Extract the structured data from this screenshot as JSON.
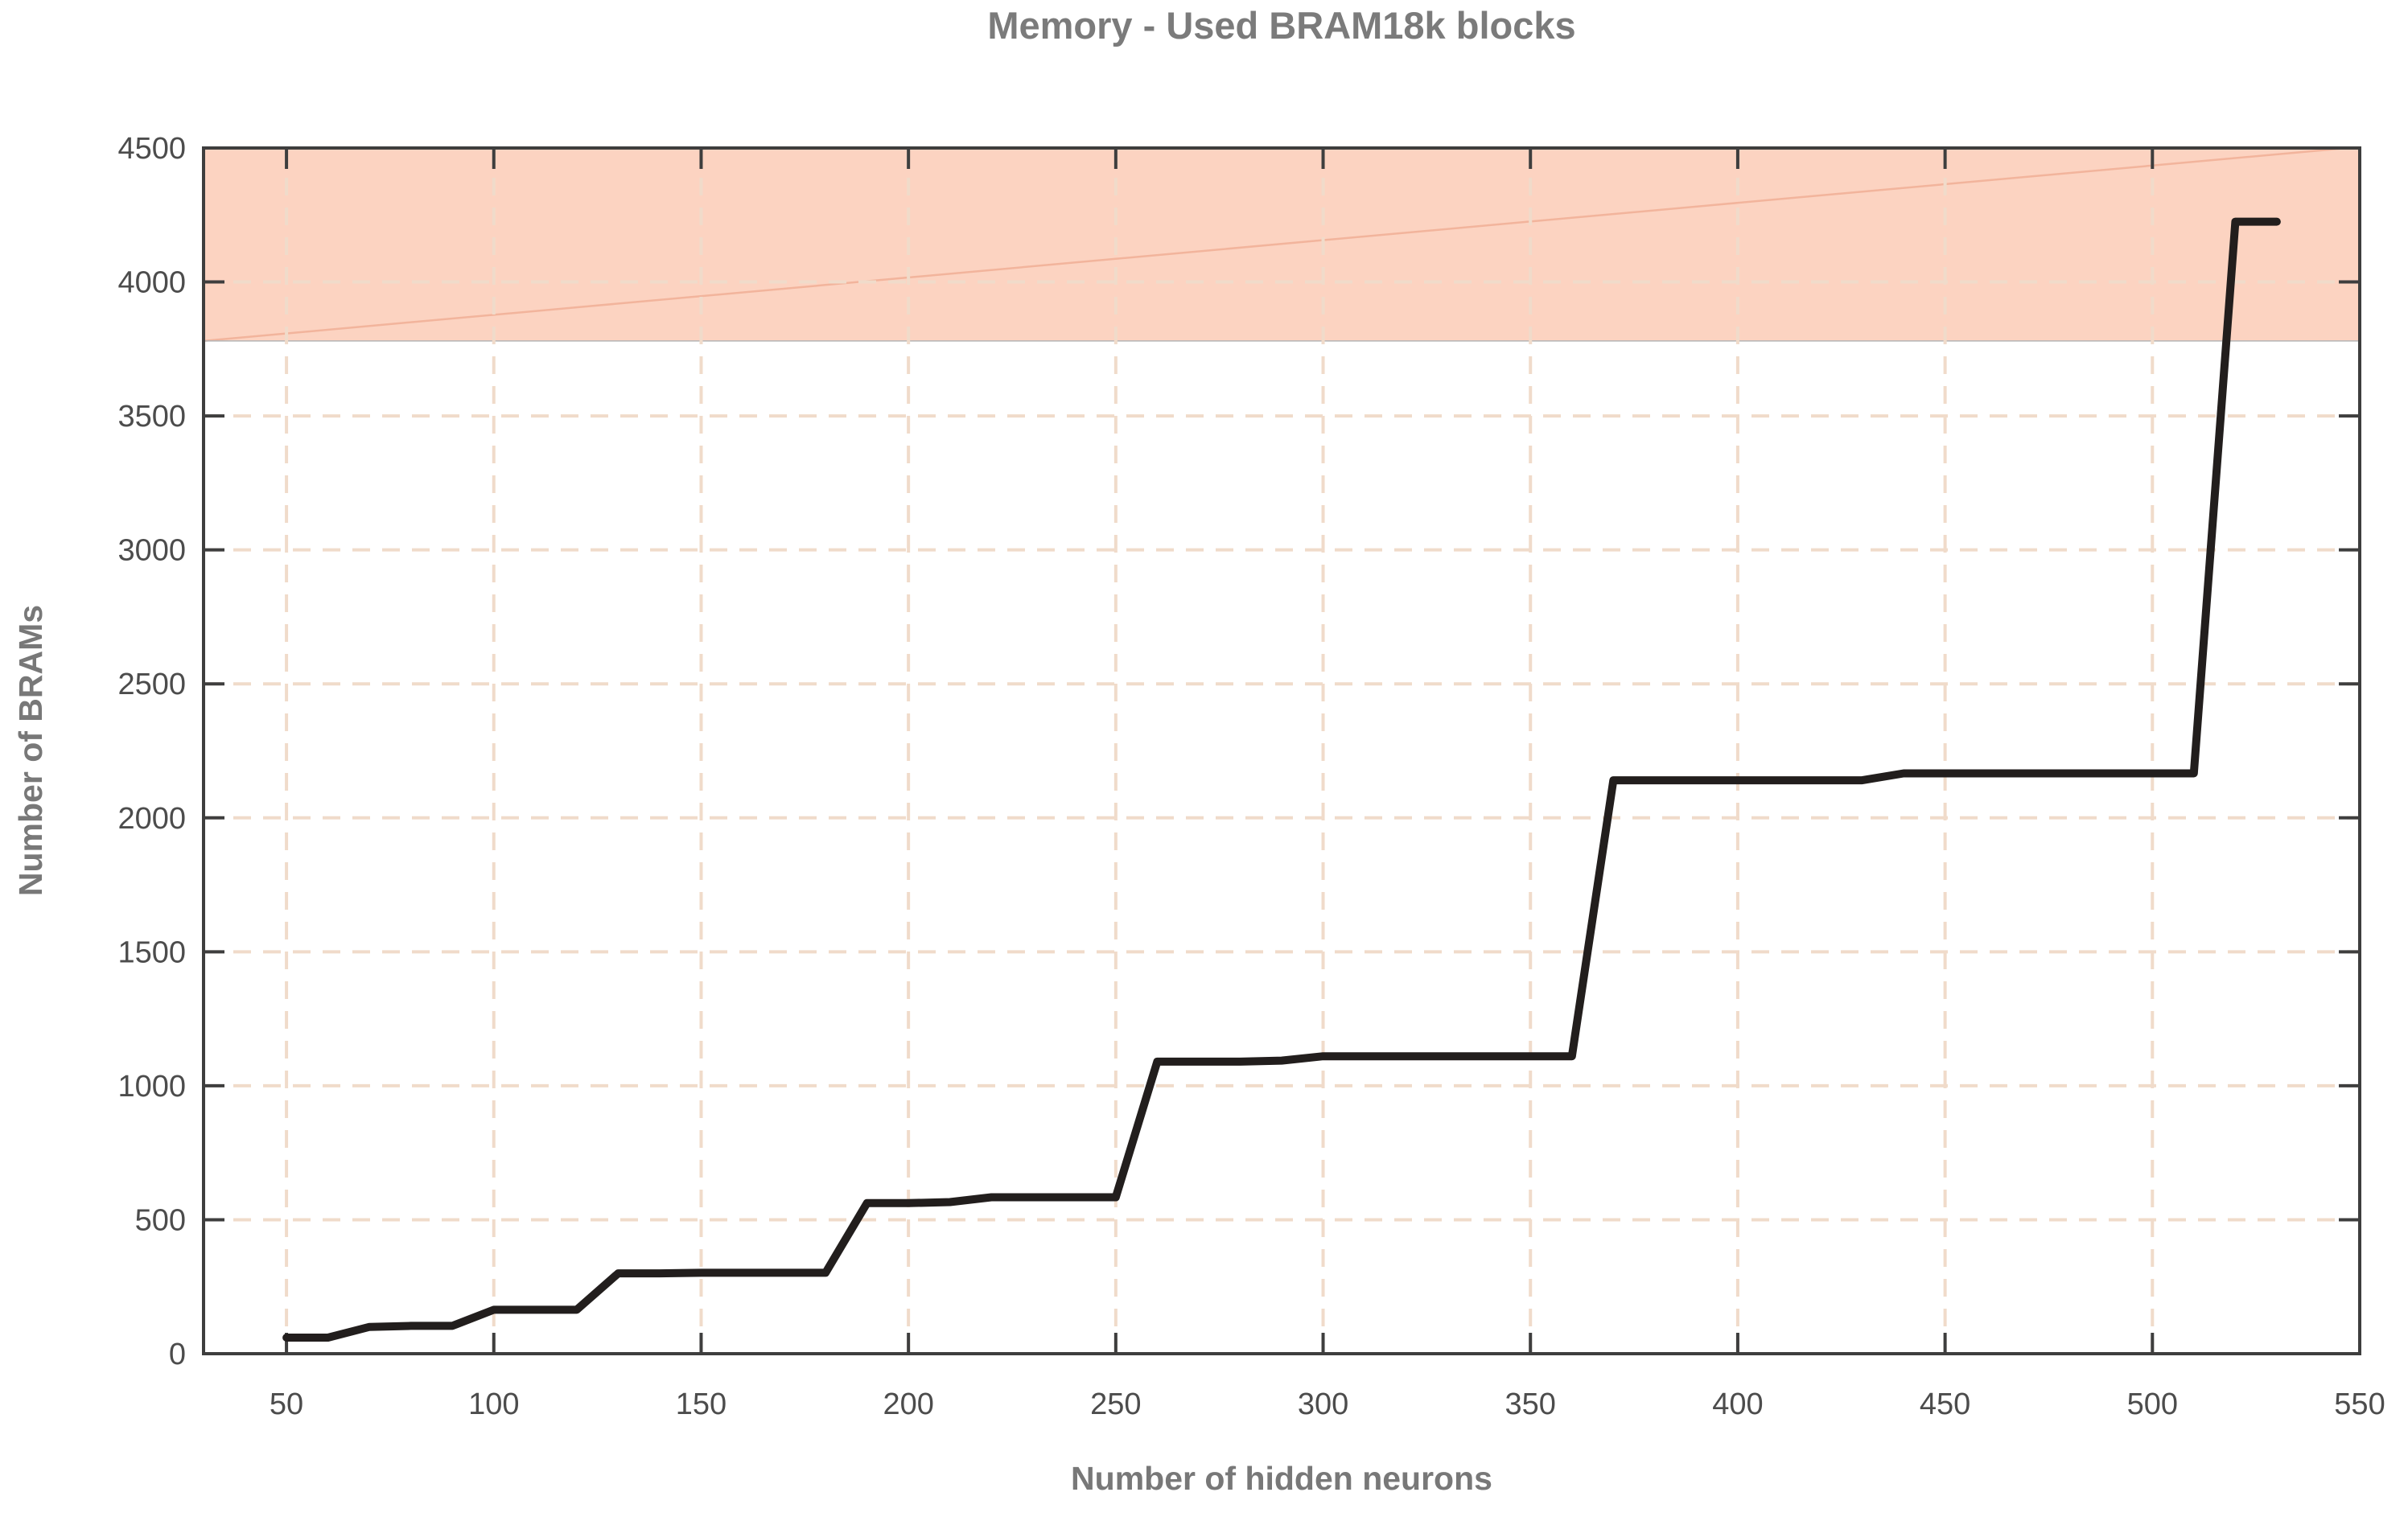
{
  "title": "Memory - Used BRAM18k blocks",
  "xlabel": "Number of hidden neurons",
  "ylabel": "Number of BRAMs",
  "colors": {
    "background": "#ffffff",
    "axis_box": "#3e3e3e",
    "grid": "#f0dbca",
    "tick_label": "#4c4c4c",
    "title_gray": "#7b7b7b",
    "axis_label_gray": "#787878",
    "line": "#221e1d",
    "limit_region_fill": "#fcd3c1",
    "limit_region_edge": "#b5b5b5",
    "limit_region_diagonal": "#f2b49c"
  },
  "chart_data": {
    "type": "line",
    "title": "Memory - Used BRAM18k blocks",
    "xlabel": "Number of hidden neurons",
    "ylabel": "Number of BRAMs",
    "xlim": [
      30,
      550
    ],
    "ylim": [
      0,
      4500
    ],
    "xticks": [
      50,
      100,
      150,
      200,
      250,
      300,
      350,
      400,
      450,
      500,
      550
    ],
    "yticks": [
      0,
      500,
      1000,
      1500,
      2000,
      2500,
      3000,
      3500,
      4000,
      4500
    ],
    "grid": "dashed",
    "legend_position": "none",
    "series": [
      {
        "name": "Used BRAM18k blocks",
        "points": [
          [
            50,
            60
          ],
          [
            60,
            60
          ],
          [
            70,
            100
          ],
          [
            80,
            104
          ],
          [
            90,
            104
          ],
          [
            100,
            164
          ],
          [
            110,
            164
          ],
          [
            120,
            164
          ],
          [
            130,
            300
          ],
          [
            140,
            300
          ],
          [
            150,
            302
          ],
          [
            160,
            302
          ],
          [
            170,
            302
          ],
          [
            180,
            302
          ],
          [
            190,
            562
          ],
          [
            200,
            562
          ],
          [
            210,
            566
          ],
          [
            220,
            584
          ],
          [
            230,
            584
          ],
          [
            240,
            584
          ],
          [
            250,
            584
          ],
          [
            260,
            1090
          ],
          [
            270,
            1090
          ],
          [
            280,
            1090
          ],
          [
            290,
            1094
          ],
          [
            300,
            1110
          ],
          [
            310,
            1110
          ],
          [
            320,
            1110
          ],
          [
            330,
            1110
          ],
          [
            340,
            1110
          ],
          [
            350,
            1110
          ],
          [
            360,
            1110
          ],
          [
            370,
            2140
          ],
          [
            380,
            2140
          ],
          [
            390,
            2140
          ],
          [
            400,
            2140
          ],
          [
            410,
            2140
          ],
          [
            420,
            2140
          ],
          [
            430,
            2140
          ],
          [
            440,
            2166
          ],
          [
            450,
            2166
          ],
          [
            460,
            2166
          ],
          [
            470,
            2166
          ],
          [
            480,
            2166
          ],
          [
            490,
            2166
          ],
          [
            500,
            2166
          ],
          [
            510,
            2166
          ],
          [
            520,
            4225
          ],
          [
            530,
            4225
          ]
        ]
      }
    ],
    "limit_region": {
      "y_start": 3780,
      "y_end": 4500
    },
    "limit_region_diagonal": {
      "from": [
        30,
        3780
      ],
      "to": [
        547,
        4500
      ]
    }
  }
}
